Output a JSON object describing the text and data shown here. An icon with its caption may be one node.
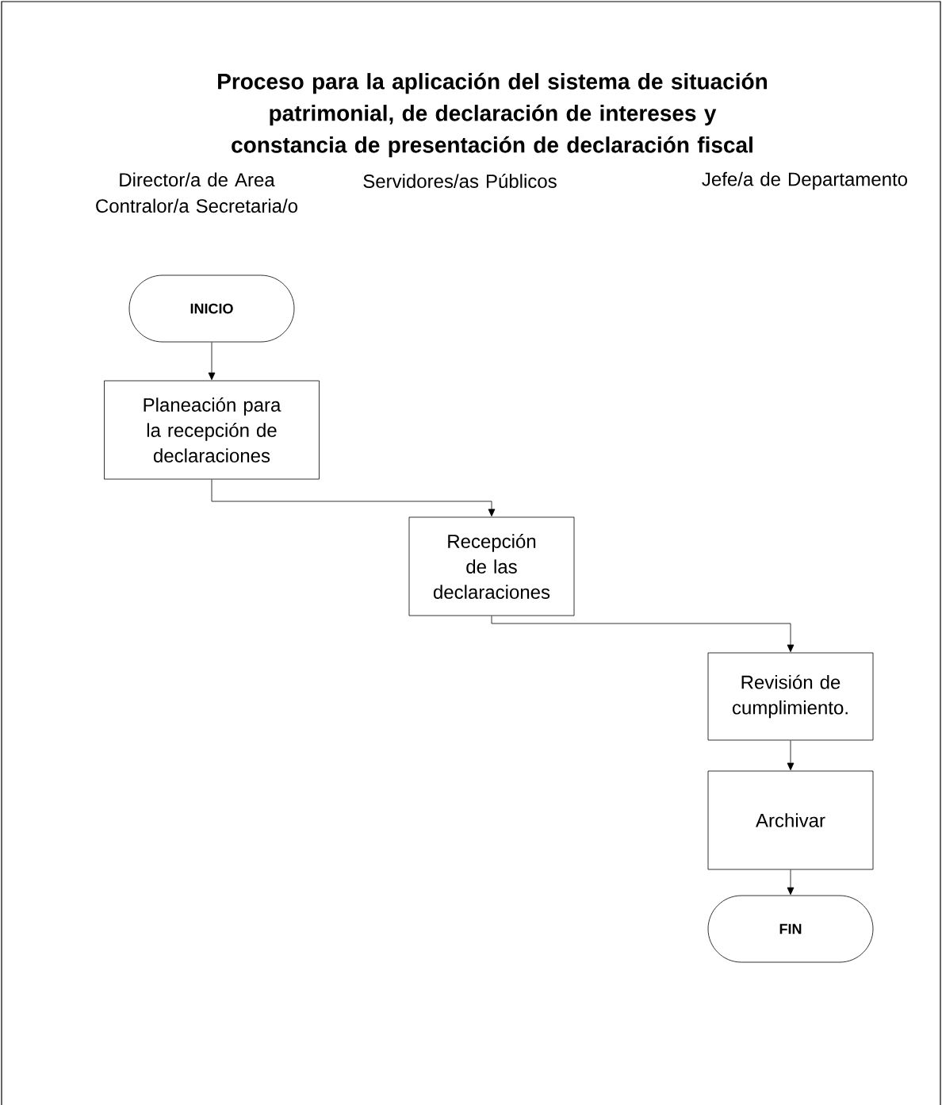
{
  "diagram": {
    "title": "Proceso para la aplicación del sistema de situación patrimonial, de declaración de intereses y constancia de presentación de declaración fiscal",
    "nodes": [
      {
        "text": [
          "INICIO"
        ]
      },
      {
        "text": [
          "Planeación para la recepción de declaraciones"
        ]
      },
      {
        "text": [
          "Recepción de las declaraciones"
        ]
      },
      {
        "text": [
          "Revisión de cumplimiento."
        ]
      },
      {
        "text": [
          "Archivar"
        ]
      },
      {
        "text": [
          "FIN"
        ]
      }
    ],
    "edges": [
      {
        "from": 0,
        "to": 1,
        "arrow": "to"
      },
      {
        "from": 1,
        "to": 2,
        "arrow": "to"
      },
      {
        "from": 2,
        "to": 3,
        "arrow": "to"
      },
      {
        "from": 3,
        "to": 4,
        "arrow": "to"
      },
      {
        "from": 4,
        "to": 5,
        "arrow": "to"
      }
    ],
    "labels": [
      "Director/a de Area Contralor/a Secretaria/o",
      "Servidores/as Públicos",
      "Jefe/a de Departamento"
    ]
  }
}
